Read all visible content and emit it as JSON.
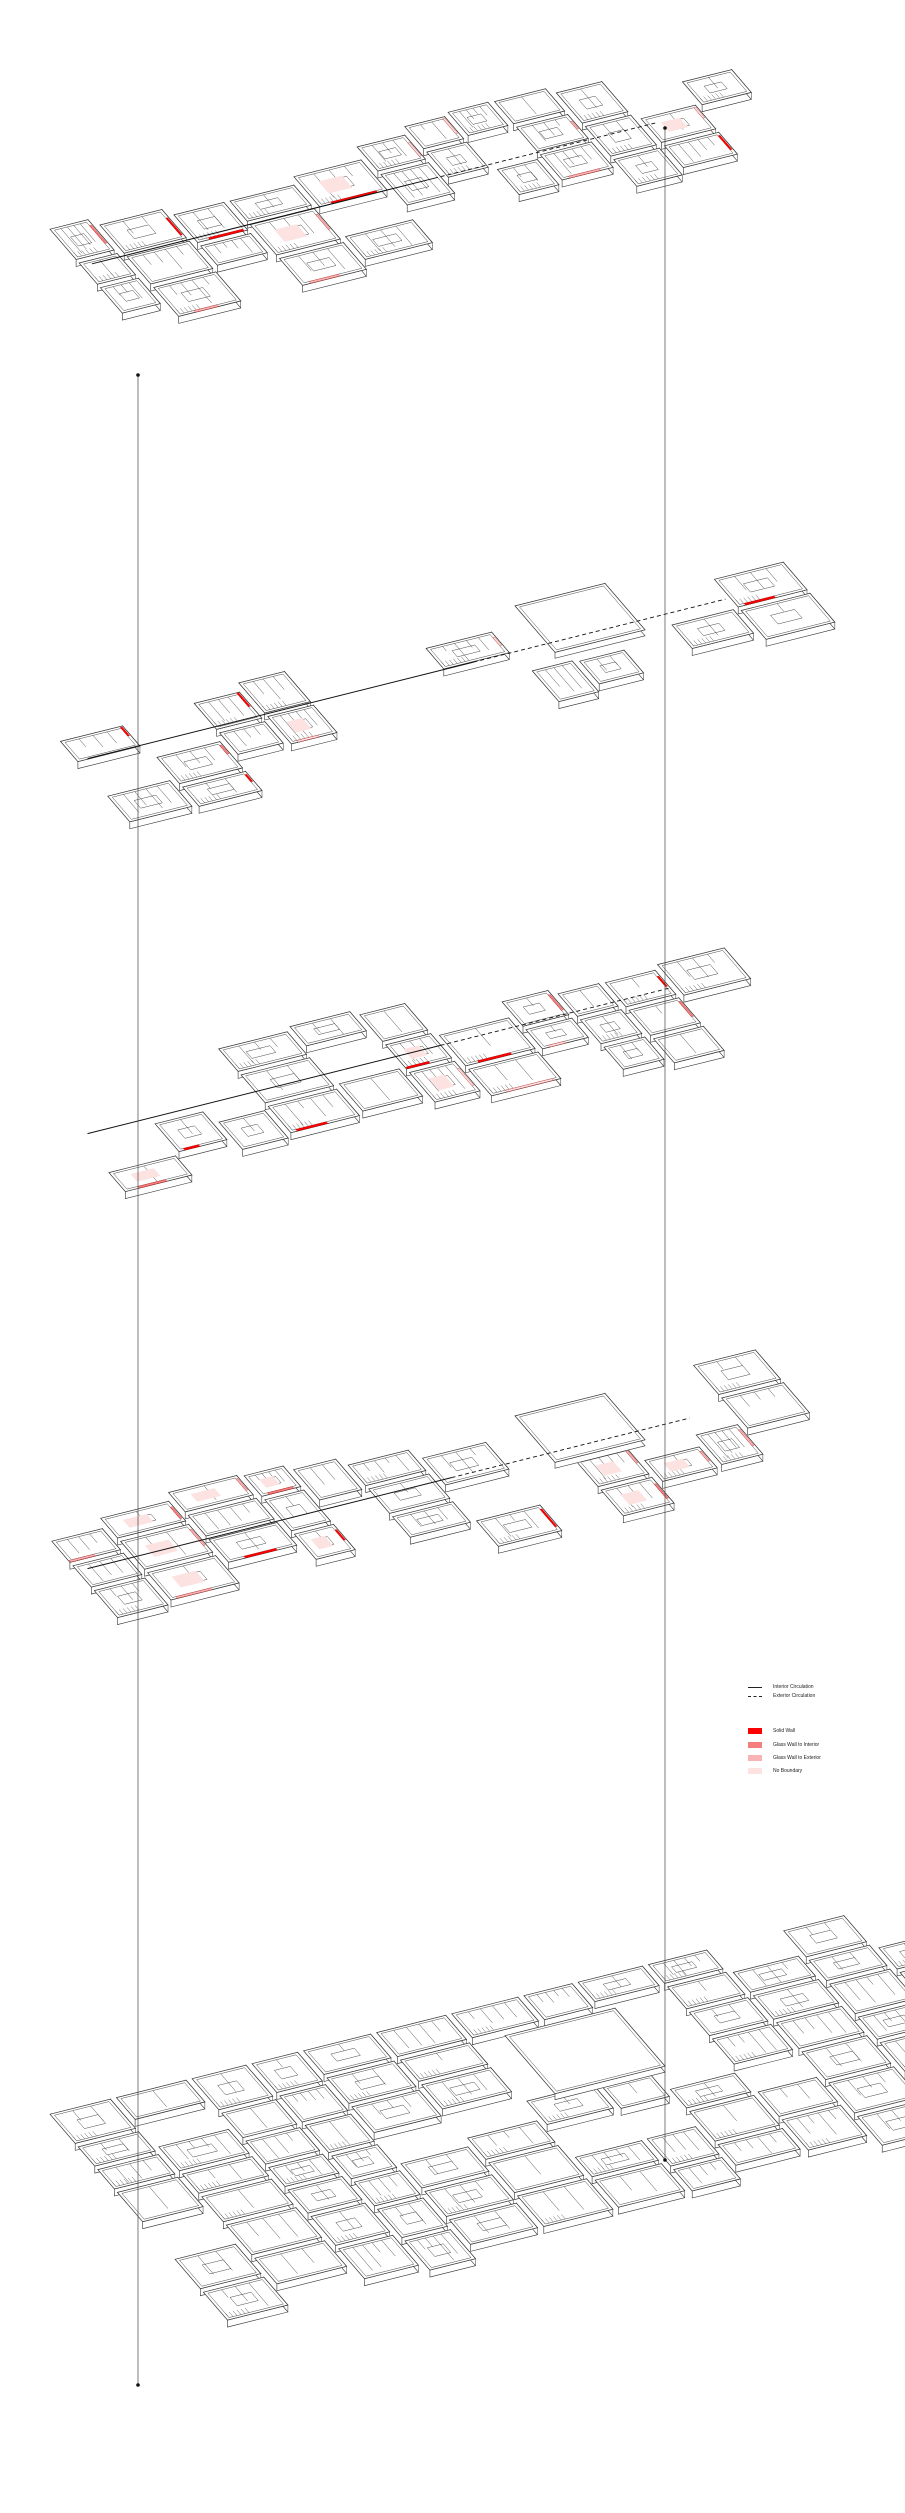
{
  "legend": {
    "circulation": [
      {
        "label": "Interior Circulation",
        "style": "solid"
      },
      {
        "label": "Exterior Circulation",
        "style": "dashed"
      }
    ],
    "boundaries": [
      {
        "label": "Solid Wall",
        "color": "#ff0000"
      },
      {
        "label": "Glass Wall to Interior",
        "color": "#f57f7f"
      },
      {
        "label": "Glass Wall to Exterior",
        "color": "#f8b4b4"
      },
      {
        "label": "No Boundary",
        "color": "#fde2e2"
      }
    ]
  },
  "line_color": "#333333",
  "layers": 5
}
